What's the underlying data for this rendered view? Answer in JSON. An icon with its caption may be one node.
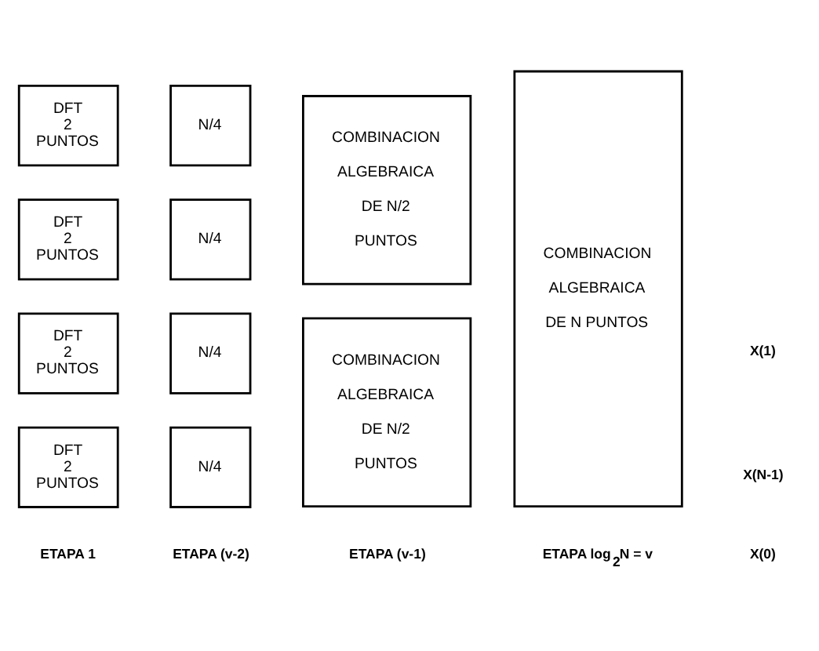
{
  "diagram": {
    "nodes": [
      {
        "text": [
          "DFT 2 PUNTOS"
        ]
      },
      {
        "text": [
          "DFT 2 PUNTOS"
        ]
      },
      {
        "text": [
          "DFT 2 PUNTOS"
        ]
      },
      {
        "text": [
          "DFT 2 PUNTOS"
        ]
      },
      {
        "text": [
          "N/4"
        ]
      },
      {
        "text": [
          "N/4"
        ]
      },
      {
        "text": [
          "N/4"
        ]
      },
      {
        "text": [
          "N/4"
        ]
      },
      {
        "text": [
          "COMBINACION ALGEBRAICA DE N/2 PUNTOS"
        ]
      },
      {
        "text": [
          "COMBINACION ALGEBRAICA DE N/2 PUNTOS"
        ]
      },
      {
        "text": [
          "COMBINACION ALGEBRAICA DE N PUNTOS"
        ]
      }
    ],
    "edges": [],
    "labels": [
      "X(0)",
      "X(1)",
      "X(N-1)",
      "ETAPA 1",
      "ETAPA (v-2)",
      "ETAPA (v-1)",
      "ETAPA log$_{2}$N = v"
    ]
  }
}
